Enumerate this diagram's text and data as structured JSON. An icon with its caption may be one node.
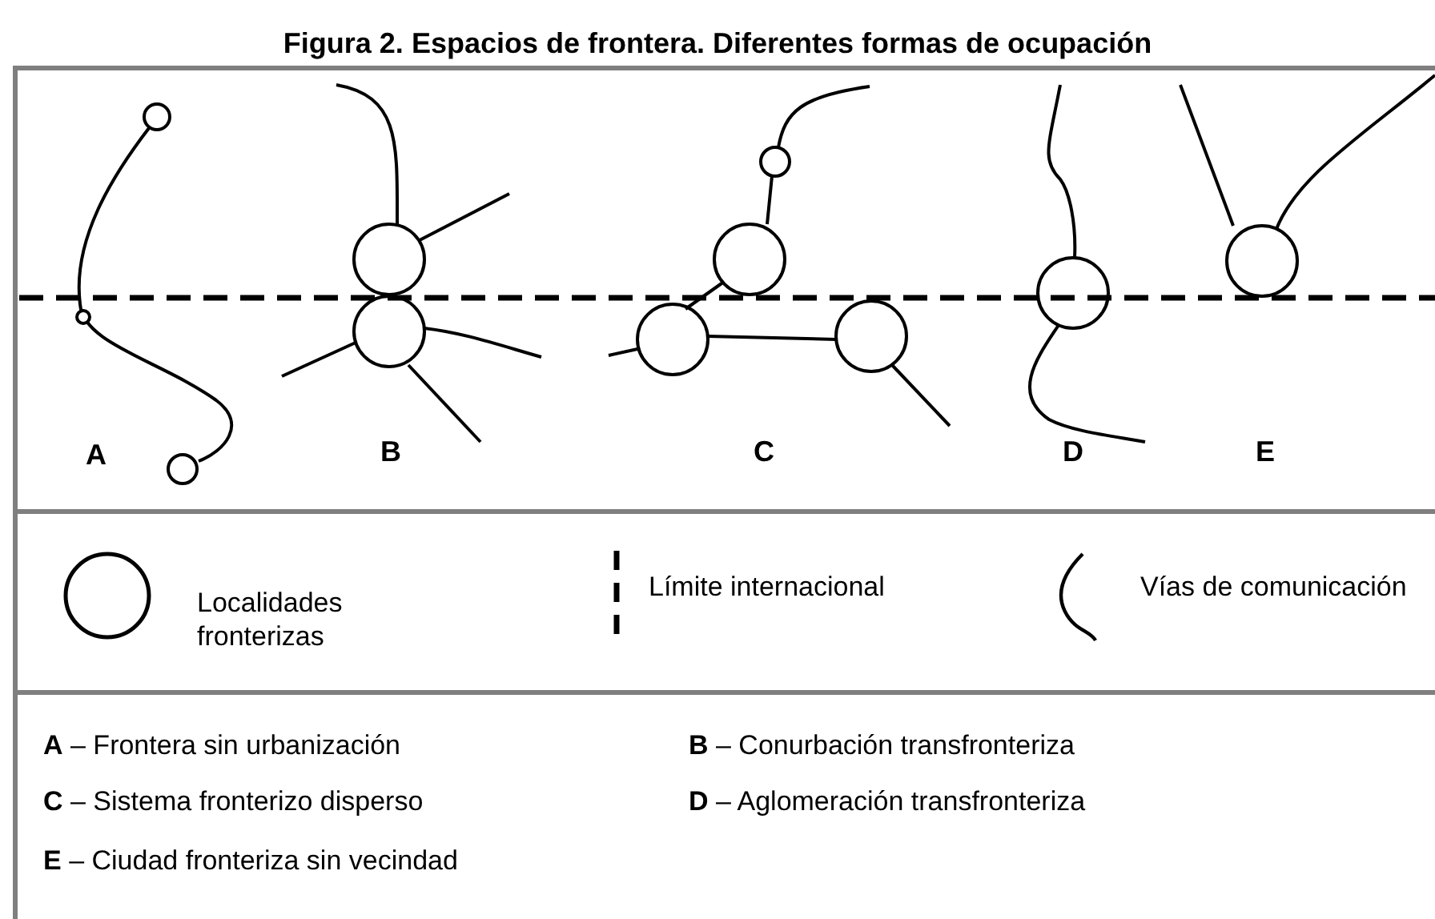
{
  "diagram": {
    "title": "Figura 2. Espacios de frontera. Diferentes formas de ocupación",
    "labels": [
      "A",
      "B",
      "C",
      "D",
      "E",
      "**A** – Frontera sin urbanización",
      "**B** – Conurbación transfronteriza",
      "**C** – Sistema fronterizo disperso",
      "**D** – Aglomeración transfronteriza",
      "**E** – Ciudad fronteriza sin vecindad"
    ],
    "legend": [
      {
        "text": "Localidades fronterizas"
      },
      {
        "text": "Límite internacional"
      },
      {
        "text": "Vías de comunicación"
      }
    ]
  }
}
